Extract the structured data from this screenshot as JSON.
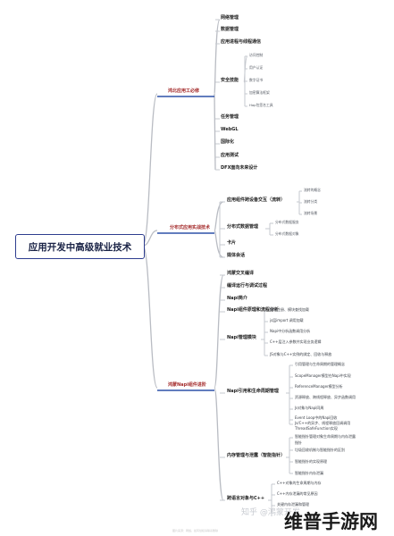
{
  "root": "应用开发中高级就业技术",
  "sections": {
    "s1": {
      "label": "鸿北应用工必修",
      "children": {
        "a": "网络管理",
        "b": "数据管理",
        "c": "应用进程与线程通信",
        "d": {
          "label": "安全技能",
          "children": [
            "访问控制",
            "用户认证",
            "数字证书",
            "加密算法框架",
            "Hap包签名工具"
          ]
        },
        "e": "任务管理",
        "f": "WebGL",
        "g": "国际化",
        "h": "应用测试",
        "i": "DFX面向未来设计"
      }
    },
    "s2": {
      "label": "分布式应用实战技术",
      "children": {
        "a": {
          "label": "应用组件跨设备交互（流转）",
          "children": [
            "流转的概念",
            "流转分类",
            "流转场景"
          ]
        },
        "b": {
          "label": "分布式数据管理",
          "children": [
            "分布式数据服务",
            "分布式数据对象"
          ]
        },
        "c": "卡片",
        "d": "媒体会话"
      }
    },
    "s3": {
      "label": "鸿蒙Napi组件进阶",
      "children": {
        "a": "鸿蒙交叉编译",
        "b": "编译运行与调试过程",
        "c": "Napi简介",
        "d": "Napi组件原理和流程分析",
        "e": {
          "label": "Napi管理模块",
          "children": [
            "模块注册、模块查找加载",
            "js层import 调用加载",
            "Napi中分析函数调用分析",
            "C++层注入参数并实现业务逻辑",
            "JS对象与C++实例的绑定、回收与释放"
          ]
        },
        "f": {
          "label": "Napi引用和生命周期管理",
          "children": [
            "引用管理与生命周期的管理概念",
            "ScopeManager模型在Napi中实现",
            "ReferenceManager模型分析",
            "资源释放、跨线程释放、异步函数调用",
            "Js对象与Napi同周",
            "Event Loop中的Napi回收",
            "Js/C++的异步、线程释放回调调用",
            "ThreadSafeFunction实现"
          ]
        },
        "g": {
          "label": "内存管理与泄露（智能指针）",
          "children": [
            "智能指针管理对象生命周期与内存泄露",
            "指针",
            "垃圾回收机制与智能指针的区别",
            "智能指针的实现原理",
            "智能指针内存泄漏"
          ]
        },
        "h": {
          "label": "跨语言对象与C++",
          "children": [
            "C++对象的生命周期与内存",
            "C++内存泄漏的常见原因",
            "关键内存泄漏和管理"
          ]
        }
      }
    }
  },
  "watermark": "知乎 @鸿蒙开发",
  "footer": "图片来源：网络，如有侵权请联系删除",
  "logo": "维普手游网"
}
